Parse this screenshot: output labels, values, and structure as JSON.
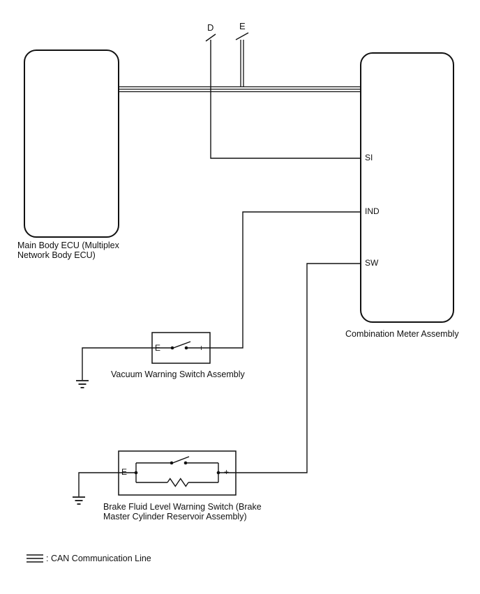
{
  "connectors": {
    "d": "D",
    "e": "E"
  },
  "boxes": {
    "main_body_ecu": {
      "label1": "Main Body ECU (Multiplex",
      "label2": "Network Body ECU)"
    },
    "combination_meter": {
      "label": "Combination Meter Assembly"
    }
  },
  "pins": {
    "si": "SI",
    "ind": "IND",
    "sw": "SW"
  },
  "vacuum_switch": {
    "label": "Vacuum Warning Switch Assembly",
    "terminal_e": "E",
    "terminal_plus": "+"
  },
  "brake_switch": {
    "label1": "Brake Fluid Level Warning Switch (Brake",
    "label2": "Master Cylinder Reservoir Assembly)",
    "terminal_e": "E",
    "terminal_plus": "+"
  },
  "legend": {
    "can": ": CAN Communication Line"
  },
  "colors": {
    "line": "#111111",
    "background": "#ffffff"
  }
}
